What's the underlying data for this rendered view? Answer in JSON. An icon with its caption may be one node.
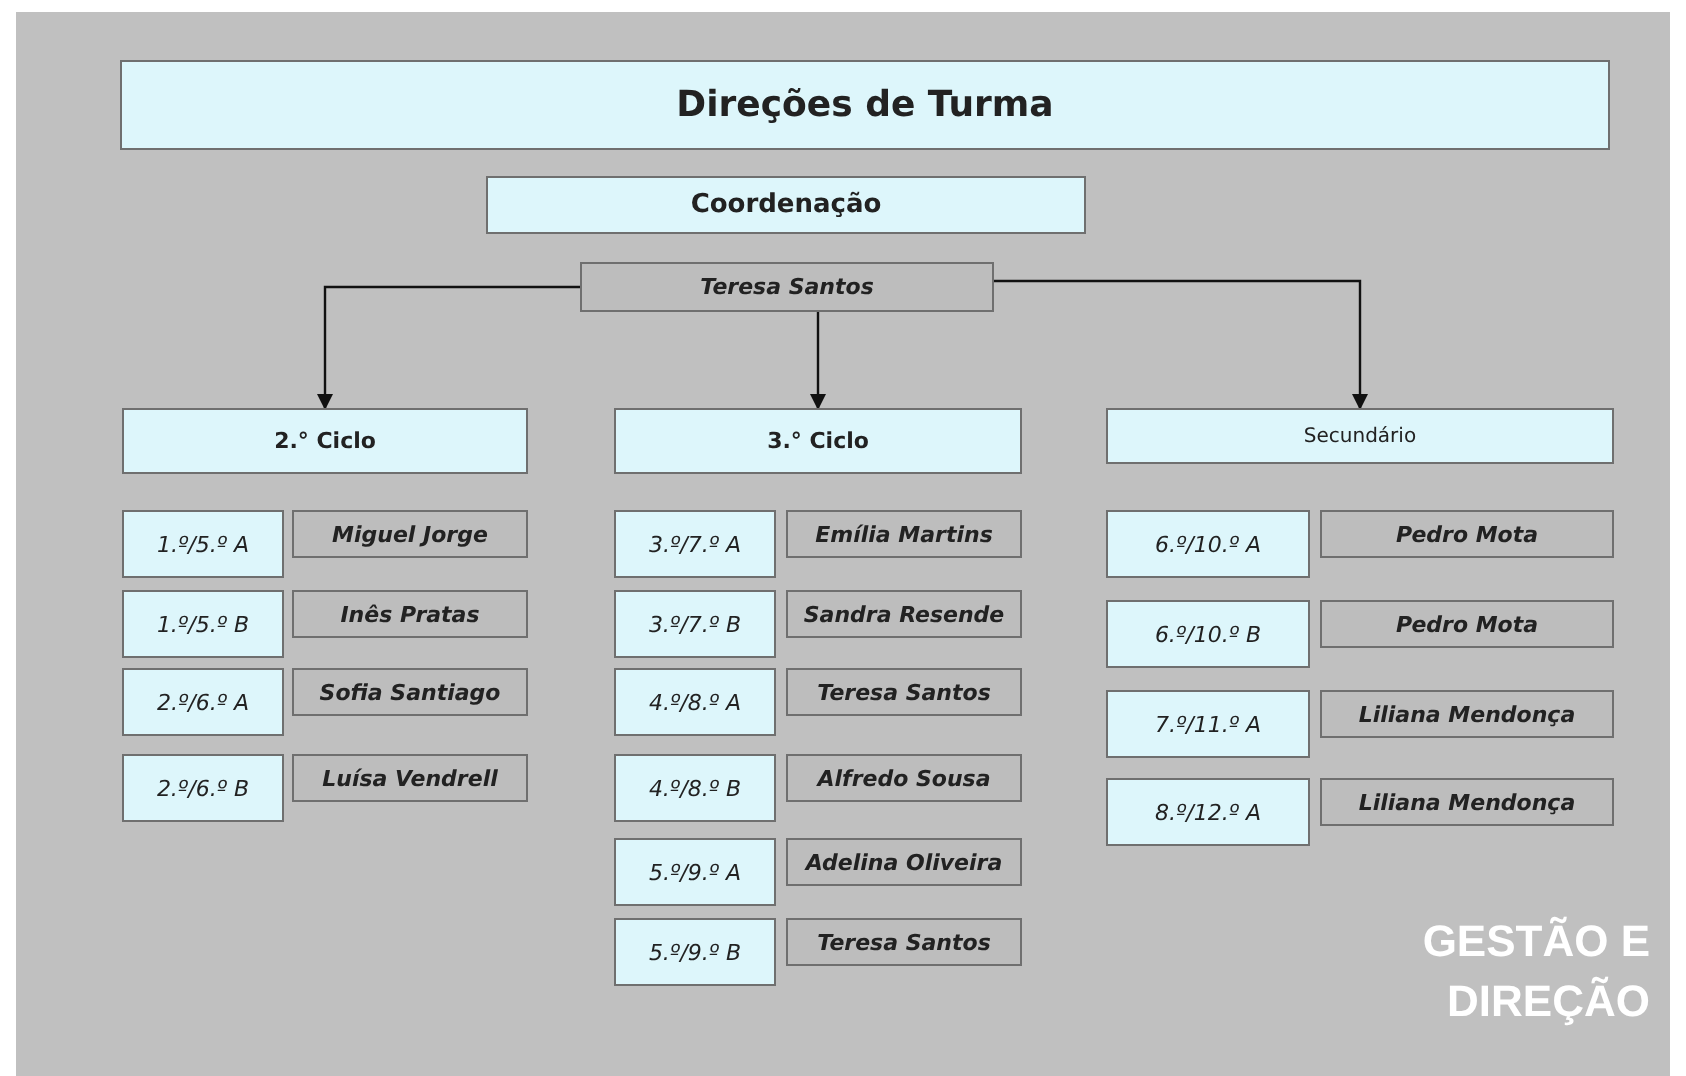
{
  "diagram": {
    "title": "Direções de Turma",
    "nodes": [
      {
        "text": [
          "Coordenação"
        ]
      },
      {
        "text": [
          "Teresa Santos"
        ]
      },
      {
        "text": [
          "2.° Ciclo"
        ]
      },
      {
        "text": [
          "3.° Ciclo"
        ]
      },
      {
        "text": [
          "Secundário"
        ]
      },
      {
        "text": [
          "1.º/5.º A"
        ]
      },
      {
        "text": [
          "Miguel Jorge"
        ]
      },
      {
        "text": [
          "1.º/5.º B"
        ]
      },
      {
        "text": [
          "Inês Pratas"
        ]
      },
      {
        "text": [
          "2.º/6.º A"
        ]
      },
      {
        "text": [
          "Sofia Santiago"
        ]
      },
      {
        "text": [
          "2.º/6.º B"
        ]
      },
      {
        "text": [
          "Luísa Vendrell"
        ]
      },
      {
        "text": [
          "3.º/7.º A"
        ]
      },
      {
        "text": [
          "Emília Martins"
        ]
      },
      {
        "text": [
          "3.º/7.º B"
        ]
      },
      {
        "text": [
          "Sandra Resende"
        ]
      },
      {
        "text": [
          "4.º/8.º A"
        ]
      },
      {
        "text": [
          "Teresa Santos"
        ]
      },
      {
        "text": [
          "4.º/8.º B"
        ]
      },
      {
        "text": [
          "Alfredo Sousa"
        ]
      },
      {
        "text": [
          "5.º/9.º A"
        ]
      },
      {
        "text": [
          "Adelina Oliveira"
        ]
      },
      {
        "text": [
          "5.º/9.º B"
        ]
      },
      {
        "text": [
          "Teresa Santos"
        ]
      },
      {
        "text": [
          "6.º/10.º A"
        ]
      },
      {
        "text": [
          "Pedro Mota"
        ]
      },
      {
        "text": [
          "6.º/10.º B"
        ]
      },
      {
        "text": [
          "Pedro Mota"
        ]
      },
      {
        "text": [
          "7.º/11.º A"
        ]
      },
      {
        "text": [
          "Liliana Mendonça"
        ]
      },
      {
        "text": [
          "8.º/12.º A"
        ]
      },
      {
        "text": [
          "Liliana Mendonça"
        ]
      }
    ],
    "edges": [
      {
        "from": 1,
        "to": 2,
        "arrow": "to"
      },
      {
        "from": 1,
        "to": 3,
        "arrow": "to"
      },
      {
        "from": 1,
        "to": 4,
        "arrow": "to"
      }
    ],
    "labels": [
      "GESTÃO E DIREÇÃO"
    ]
  }
}
